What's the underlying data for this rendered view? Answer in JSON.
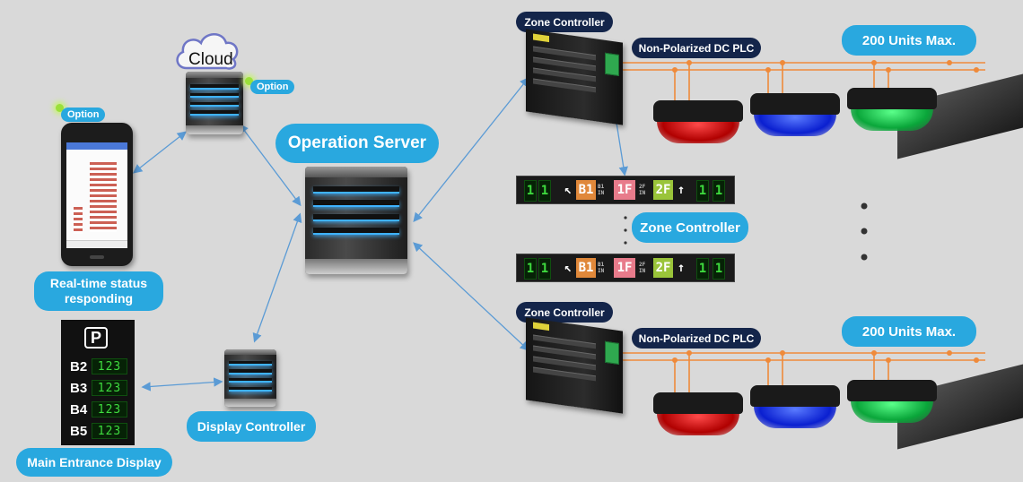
{
  "cloud": {
    "label": "Cloud",
    "option": "Option"
  },
  "phone": {
    "option": "Option",
    "caption": "Real-time status responding"
  },
  "operation_server": {
    "label": "Operation Server"
  },
  "display_controller": {
    "label": "Display Controller"
  },
  "main_entrance": {
    "label": "Main Entrance Display",
    "sign": "P",
    "floors": [
      {
        "floor": "B2",
        "count": "123"
      },
      {
        "floor": "B3",
        "count": "123"
      },
      {
        "floor": "B4",
        "count": "123"
      },
      {
        "floor": "B5",
        "count": "123"
      }
    ]
  },
  "zone_top": {
    "label": "Zone Controller",
    "plc": "Non-Polarized DC PLC",
    "units": "200 Units Max."
  },
  "zone_bottom": {
    "label": "Zone Controller",
    "plc": "Non-Polarized DC PLC",
    "units": "200 Units Max."
  },
  "zone_middle": {
    "label": "Zone Controller"
  },
  "zone_display": {
    "left_nums": [
      "1",
      "1"
    ],
    "b1": "B1",
    "b1_small": "B1 IN",
    "f1": "1F",
    "f2_small": "2F IN",
    "f2": "2F",
    "right_nums": [
      "1",
      "1"
    ]
  },
  "colors": {
    "accent": "#29a8df",
    "navy": "#14254a",
    "line": "#ef8a3a",
    "arrow": "#5b9bd5"
  },
  "indicator_colors": [
    "red",
    "blue",
    "green"
  ]
}
